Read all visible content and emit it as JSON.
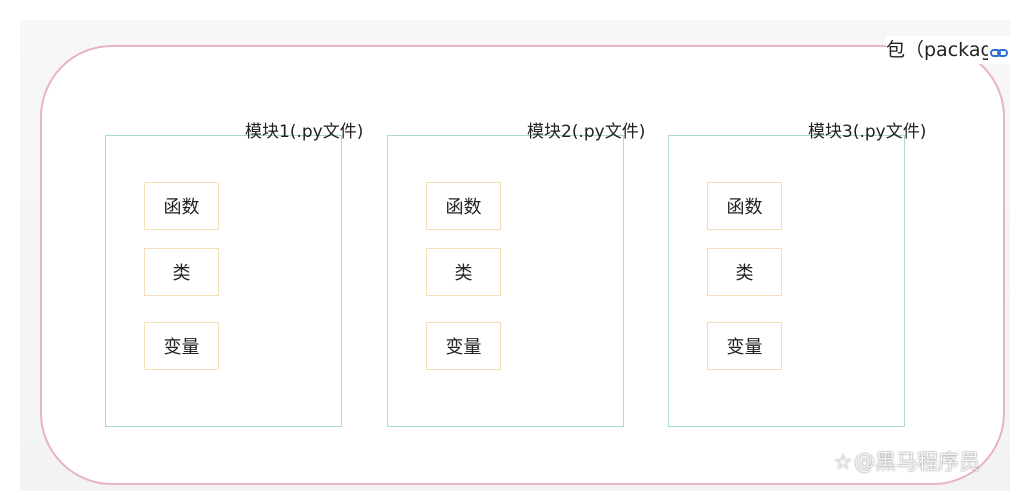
{
  "package": {
    "label": "包（package"
  },
  "modules": [
    {
      "title": "模块1(.py文件)",
      "items": [
        "函数",
        "类",
        "变量"
      ]
    },
    {
      "title": "模块2(.py文件)",
      "items": [
        "函数",
        "类",
        "变量"
      ]
    },
    {
      "title": "模块3(.py文件)",
      "items": [
        "函数",
        "类",
        "变量"
      ]
    }
  ],
  "watermark": {
    "icon": "☆",
    "text": "@黑马程序员"
  },
  "colors": {
    "package_border": "#e8b4bf",
    "module_border": "#a8dbd2",
    "item_border": "#f5dfb8",
    "link_icon": "#2f6fd6"
  },
  "icons": {
    "link": "link-icon"
  }
}
